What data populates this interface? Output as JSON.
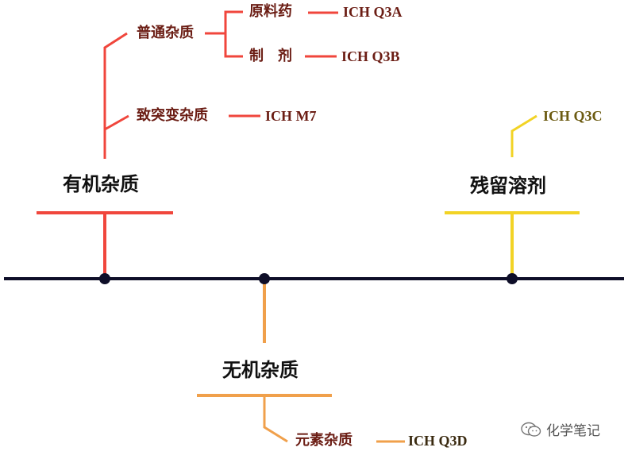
{
  "colors": {
    "timeline": "#0e0e28",
    "organic": "#f0463c",
    "residual": "#f2d325",
    "inorganic": "#f0a04b"
  },
  "organic": {
    "title": "有机杂质",
    "general": "普通杂质",
    "api": "原料药",
    "api_ref": "ICH Q3A",
    "product": "制　剂",
    "product_ref": "ICH Q3B",
    "mutagenic": "致突变杂质",
    "mutagenic_ref": "ICH M7"
  },
  "residual": {
    "title": "残留溶剂",
    "ref": "ICH Q3C"
  },
  "inorganic": {
    "title": "无机杂质",
    "elemental": "元素杂质",
    "elemental_ref": "ICH Q3D"
  },
  "watermark": {
    "text": "化学笔记",
    "icon": "wechat-icon"
  }
}
